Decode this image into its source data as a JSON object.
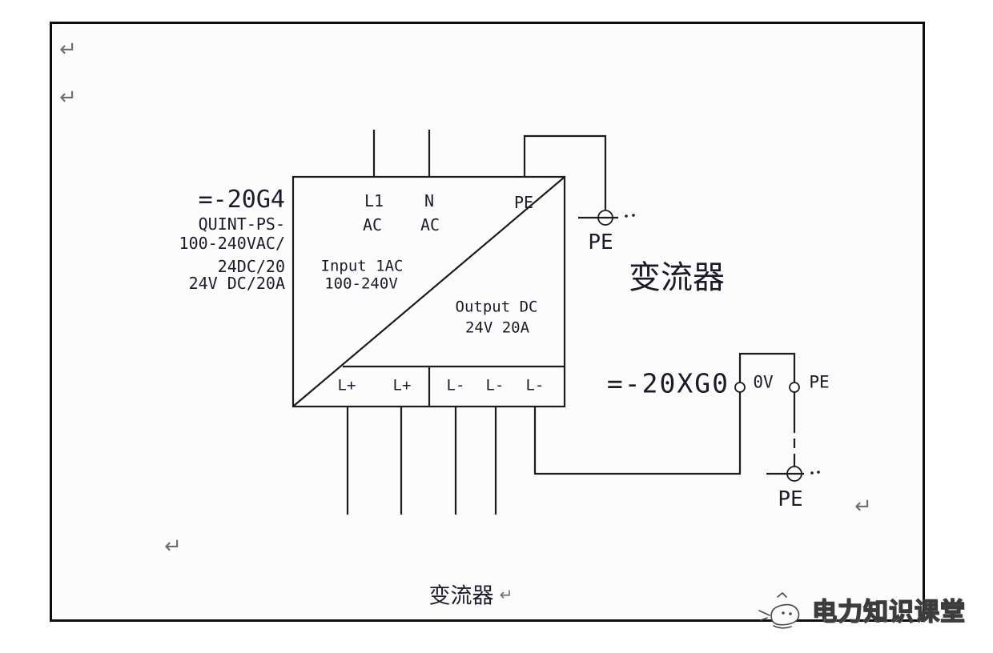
{
  "colors": {
    "frame_border": "#0e0e0e",
    "diagram_line": "#1c1c1c",
    "label_text": "#1b1b2b",
    "paragraph_mark": "#6f6f72",
    "watermark_fill": "#f7f7f7",
    "watermark_outline": "#3c3c3c"
  },
  "device": {
    "tag": "=-20G4",
    "model_lines": [
      "QUINT-PS-",
      "100-240VAC/",
      "24DC/20",
      "24V DC/20A"
    ],
    "top_terminals": [
      {
        "label": "L1",
        "sub": "AC"
      },
      {
        "label": "N",
        "sub": "AC"
      },
      {
        "label": "PE",
        "sub": ""
      }
    ],
    "input_label": [
      "Input 1AC",
      "100-240V"
    ],
    "output_label": [
      "Output DC",
      "24V 20A"
    ],
    "bottom_terminals": [
      "L+",
      "L+",
      "L-",
      "L-",
      "L-"
    ]
  },
  "annotations": {
    "earth_top_label": "PE",
    "converter_label": "变流器",
    "bus_tag": "=-20XG0",
    "terminal_0v_label": "0V",
    "terminal_pe_label": "PE",
    "earth_bottom_label": "PE",
    "bottom_caption": "变流器"
  },
  "marks": {
    "paragraph_return": "↵"
  },
  "watermark": {
    "brand_text": "电力知识课堂"
  }
}
